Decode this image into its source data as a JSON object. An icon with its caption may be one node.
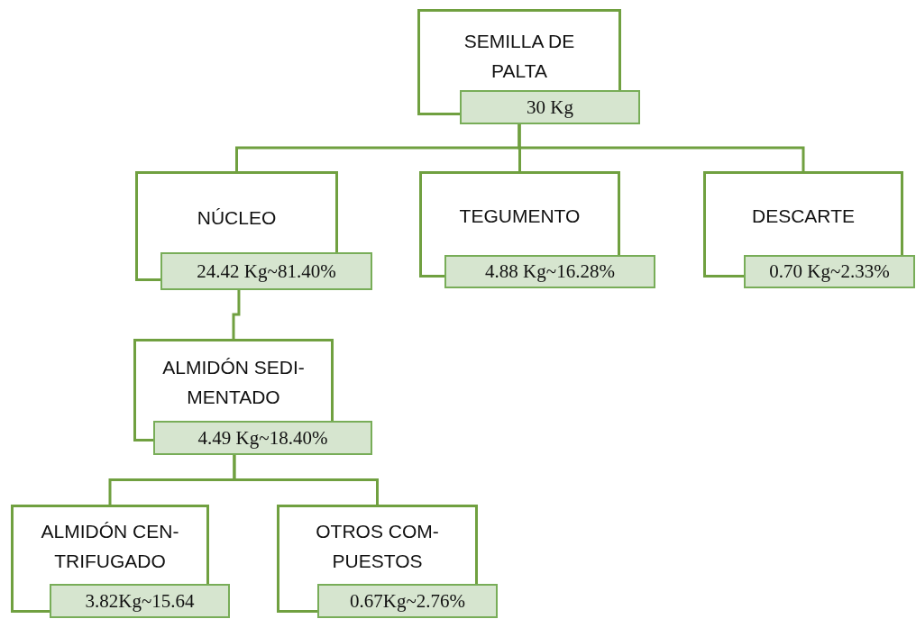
{
  "diagram": {
    "nodes": [
      {
        "text": [
          "SEMILLA DE PALTA",
          "30 Kg"
        ]
      },
      {
        "text": [
          "NÚCLEO",
          "24.42 Kg~81.40%"
        ]
      },
      {
        "text": [
          "TEGUMENTO",
          "4.88 Kg~16.28%"
        ]
      },
      {
        "text": [
          "DESCARTE",
          "0.70 Kg~2.33%"
        ]
      },
      {
        "text": [
          "ALMIDÓN SEDI-MENTADO",
          "4.49 Kg~18.40%"
        ]
      },
      {
        "text": [
          "ALMIDÓN CEN-TRIFUGADO",
          "3.82Kg~15.64"
        ]
      },
      {
        "text": [
          "OTROS COM-PUESTOS",
          "0.67Kg~2.76%"
        ]
      }
    ],
    "edges": [
      {
        "from": 0,
        "to": 1,
        "arrow": "none"
      },
      {
        "from": 0,
        "to": 2,
        "arrow": "none"
      },
      {
        "from": 0,
        "to": 3,
        "arrow": "none"
      },
      {
        "from": 1,
        "to": 4,
        "arrow": "none"
      },
      {
        "from": 4,
        "to": 5,
        "arrow": "none"
      },
      {
        "from": 4,
        "to": 6,
        "arrow": "none"
      }
    ]
  }
}
